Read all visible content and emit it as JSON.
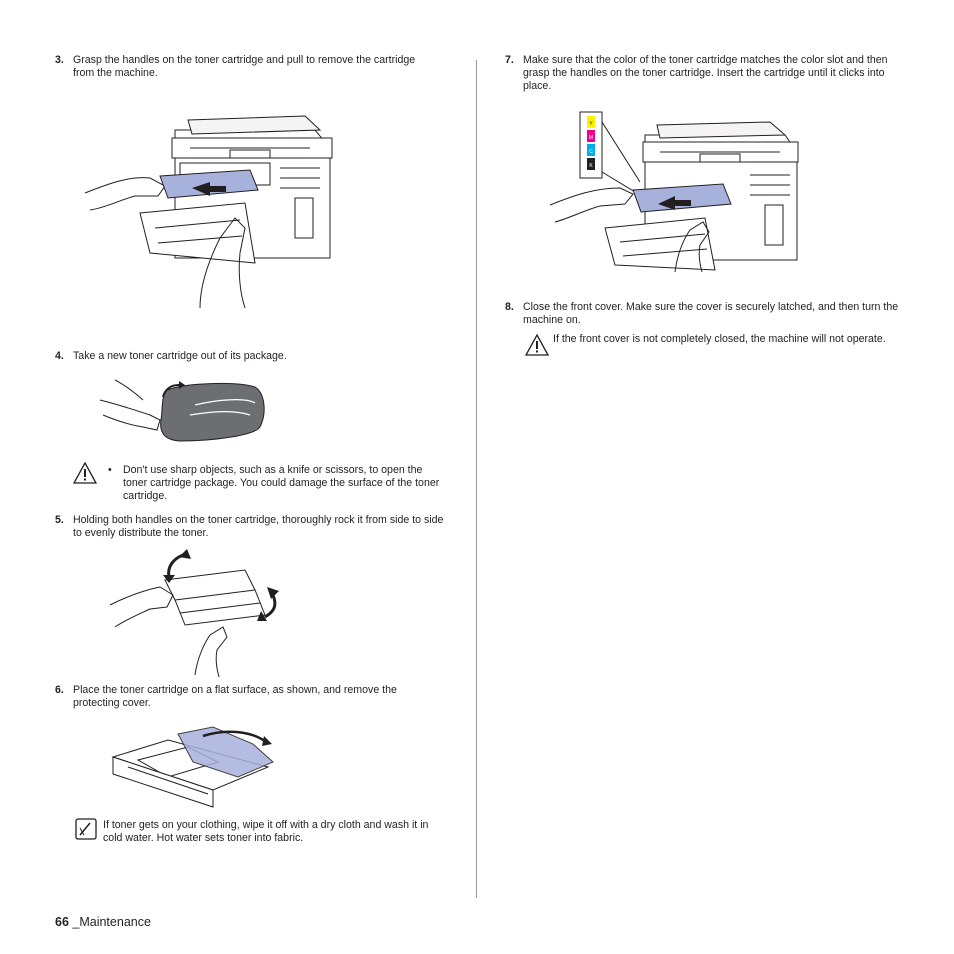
{
  "left": {
    "step3": {
      "num": "3.",
      "text": "Grasp the handles on the toner cartridge and pull to remove the cartridge from the machine."
    },
    "step4": {
      "num": "4.",
      "text": "Take a new toner cartridge out of its package."
    },
    "caution1": {
      "bullet": "•",
      "text": "Don't use sharp objects, such as a knife or scissors, to open the toner cartridge package. You could damage the surface of the toner cartridge."
    },
    "step5": {
      "num": "5.",
      "text": "Holding both handles on the toner cartridge, thoroughly rock it from side to side to evenly distribute the toner."
    },
    "step6": {
      "num": "6.",
      "text": "Place the toner cartridge on a flat surface, as shown, and remove the protecting cover."
    },
    "note1": {
      "text": "If toner gets on your clothing, wipe it off with a dry cloth and wash it in cold water. Hot water sets toner into fabric."
    }
  },
  "right": {
    "step7": {
      "num": "7.",
      "text": "Make sure that the color of the toner cartridge matches the color slot and then grasp the handles on the toner cartridge. Insert the cartridge until it clicks into place."
    },
    "color_slots": [
      "Y",
      "M",
      "C",
      "K"
    ],
    "step8": {
      "num": "8.",
      "text": "Close the front cover. Make sure the cover is securely latched, and then turn the machine on."
    },
    "caution2": {
      "text": "If the front cover is not completely closed, the machine will not operate."
    }
  },
  "footer": {
    "page_number": "66",
    "section": "_Maintenance"
  },
  "colors": {
    "cartridge": "#a7b2dc",
    "package": "#6d6e71",
    "yellow": "#fff200",
    "magenta": "#ec008c",
    "cyan": "#00aeef",
    "black": "#231f20"
  }
}
